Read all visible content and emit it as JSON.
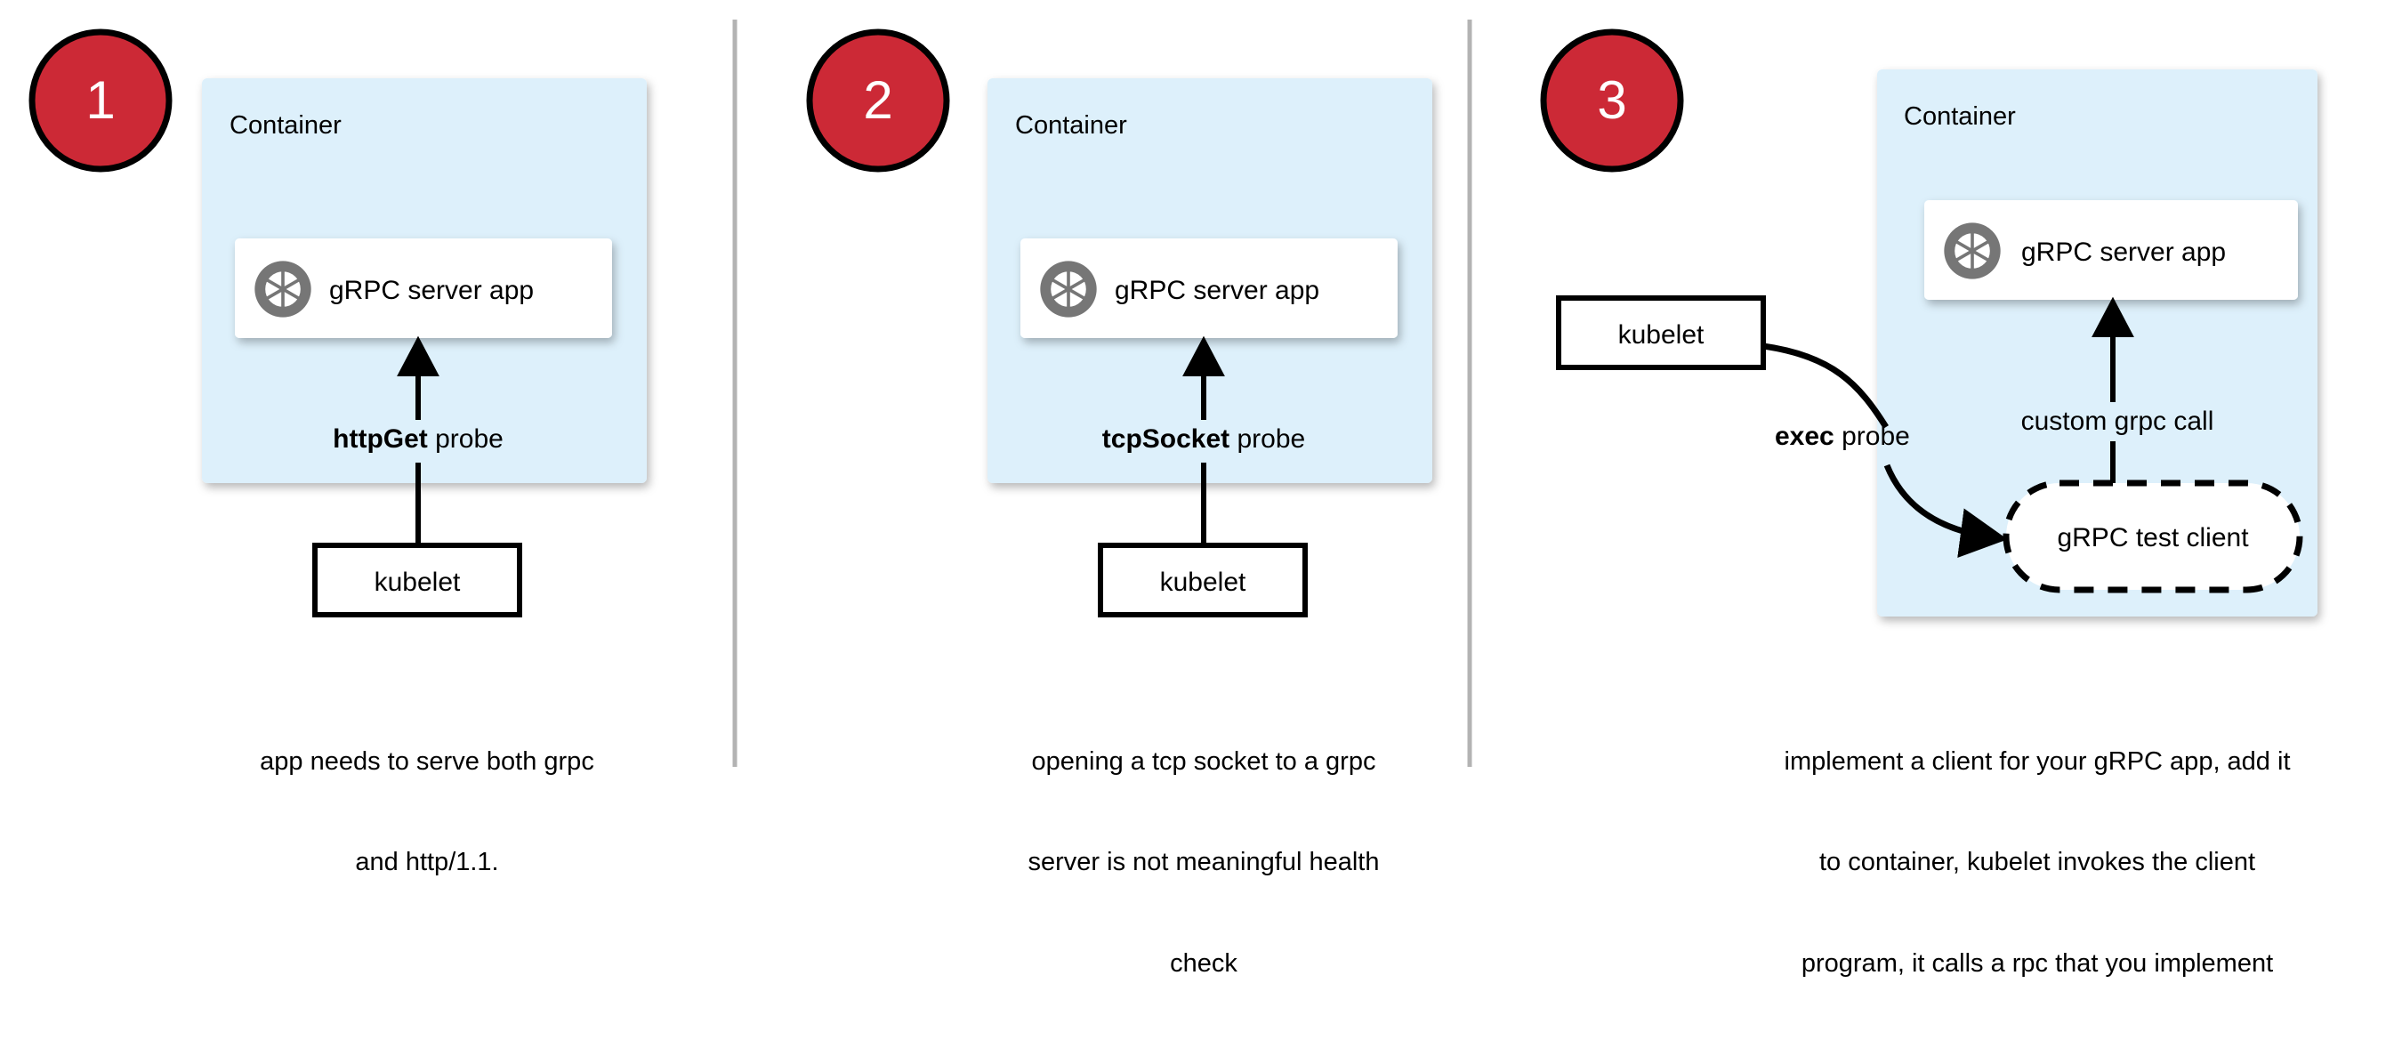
{
  "page": {
    "background": "#ffffff",
    "divider_color": "#b3b3b3",
    "badge_fill": "#cc2936",
    "badge_stroke": "#000000",
    "container_fill": "#ddf0fb",
    "node_fill": "#ffffff",
    "node_stroke": "#000000",
    "icon_color": "#767676",
    "arrow_color": "#000000"
  },
  "panels": [
    {
      "badge": "1",
      "container_label": "Container",
      "app_node": {
        "label": "gRPC server app",
        "icon": "grpc-aperture-icon"
      },
      "probe_label_bold": "httpGet",
      "probe_label_rest": " probe",
      "kubelet_label": "kubelet",
      "caption_lines": [
        "app needs to serve both grpc",
        "and http/1.1."
      ]
    },
    {
      "badge": "2",
      "container_label": "Container",
      "app_node": {
        "label": "gRPC server app",
        "icon": "grpc-aperture-icon"
      },
      "probe_label_bold": "tcpSocket",
      "probe_label_rest": " probe",
      "kubelet_label": "kubelet",
      "caption_lines": [
        "opening a tcp socket to a grpc",
        "server is not meaningful health",
        "check"
      ]
    },
    {
      "badge": "3",
      "container_label": "Container",
      "app_node": {
        "label": "gRPC server app",
        "icon": "grpc-aperture-icon"
      },
      "probe_label_bold": "exec",
      "probe_label_rest": " probe",
      "kubelet_label": "kubelet",
      "client_node_label": "gRPC test client",
      "inner_edge_label": "custom grpc call",
      "caption_lines": [
        "implement a client for your gRPC app, add it",
        "to container, kubelet invokes the client",
        "program, it calls a rpc that you implement"
      ]
    }
  ]
}
